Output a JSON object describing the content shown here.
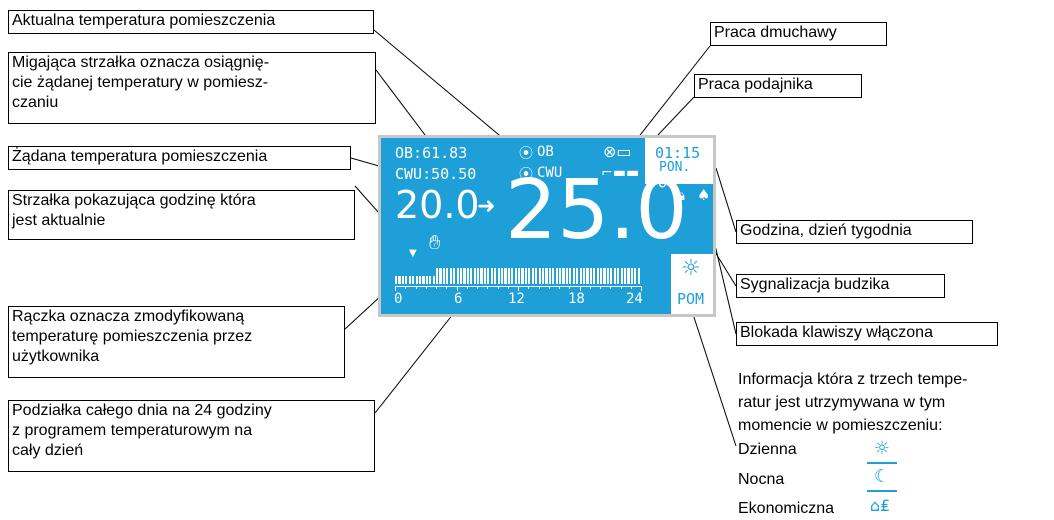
{
  "callouts": {
    "current_temp": "Aktualna temperatura pomieszczenia",
    "blinking_arrow_1": "Migająca strzałka oznacza osiągnię-",
    "blinking_arrow_2": "cie żądanej temperatury w pomiesz-",
    "blinking_arrow_3": "czaniu",
    "set_temp": "Żądana temperatura pomieszczenia",
    "hour_arrow_1": "Strzałka pokazująca godzinę która",
    "hour_arrow_2": "jest aktualnie",
    "hand_1": "Rączka oznacza zmodyfikowaną",
    "hand_2": "temperaturę pomieszczenia przez",
    "hand_3": "użytkownika",
    "scale_1": "Podziałka całego dnia na 24 godziny",
    "scale_2": "z programem temperaturowym na",
    "scale_3": "cały dzień",
    "blower": "Praca dmuchawy",
    "feeder": "Praca podajnika",
    "clock": "Godzina, dzień tygodnia",
    "alarm": "Sygnalizacja budzika",
    "keylock": "Blokada klawiszy włączona"
  },
  "info": {
    "line1": "Informacja która z trzech tempe-",
    "line2": "ratur jest utrzymywana w tym",
    "line3": "momencie w pomieszczeniu:",
    "day": "Dzienna",
    "night": "Nocna",
    "eco": "Ekonomiczna"
  },
  "display": {
    "ob_temp": "OB:61.83",
    "cwu_temp": "CWU:50.50",
    "pump_ob": "OB",
    "pump_cwu": "CWU",
    "set_temp": "20.0",
    "current_temp": "25.0",
    "degree": "°",
    "time": "01:15",
    "day_name": "PON.",
    "mode": "POM",
    "scale_labels": [
      "0",
      "6",
      "12",
      "18",
      "24"
    ],
    "program_levels": [
      0.5,
      0.5,
      0.5,
      0.5,
      0.5,
      0.5,
      0.5,
      0.5,
      0.5,
      0.5,
      0.5,
      0.5,
      1,
      1,
      1,
      1,
      1,
      1,
      1,
      1,
      1,
      1,
      1,
      1,
      1,
      1,
      1,
      1,
      1,
      1,
      1,
      1,
      1,
      1,
      1,
      1,
      1,
      1,
      1,
      1,
      1,
      1,
      1,
      1,
      1,
      1,
      1,
      1,
      1,
      1,
      1,
      1,
      1,
      1,
      1,
      1,
      1,
      1,
      1,
      1,
      1,
      1,
      1,
      1,
      1,
      1,
      1,
      1,
      1,
      1,
      1,
      1
    ]
  },
  "icons": {
    "pump": "circulation-pump-icon",
    "blower": "blower-icon",
    "feeder": "feeder-icon",
    "arrow": "right-arrow-icon",
    "hand": "hand-icon",
    "lock": "lock-icon",
    "bell": "bell-icon",
    "hour_marker": "down-triangle-icon",
    "sun": "sun-icon",
    "moon": "moon-icon",
    "eco": "house-eco-icon"
  },
  "colors": {
    "lcd_background": "#1e9fd8",
    "lcd_foreground": "#ffffff",
    "frame": "#c8c8c8"
  }
}
